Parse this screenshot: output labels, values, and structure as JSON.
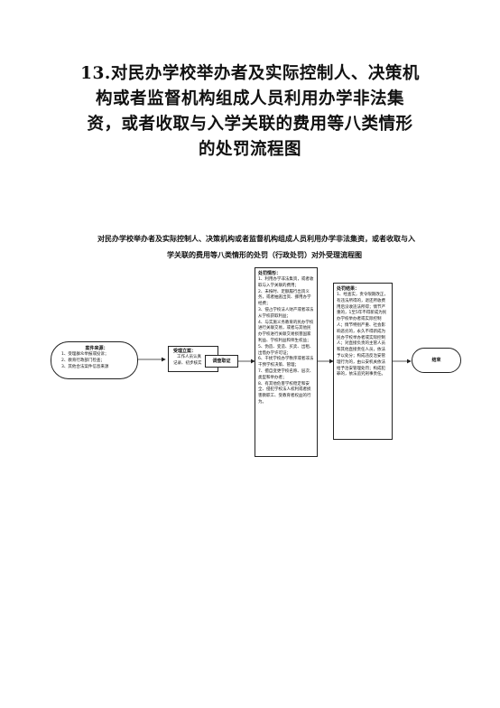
{
  "document": {
    "title_lines": [
      "13.对民办学校举办者及实际控制人、决策机",
      "构或者监督机构组成人员利用办学非法集",
      "资，或者收取与入学关联的费用等八类情形",
      "的处罚流程图"
    ],
    "flowchart_heading_lines": [
      "对民办学校举办者及实际控制人、决策机构或者监督机构组成人员利用办学非法集资，或者收取与入",
      "学关联的费用等八类情形的处罚（行政处罚）对外受理流程图"
    ]
  },
  "flowchart": {
    "source": {
      "title": "案件来源：",
      "lines": [
        "1、受理群众举报或投诉；",
        "2、教育行政部门检查；",
        "3、其他合法案件信息来源"
      ]
    },
    "filing": {
      "title": "受理立案：",
      "lines": [
        "工作人员认真",
        "记录、初步核实"
      ]
    },
    "investigation": {
      "label": "调查取证"
    },
    "penalty_circumstances": {
      "title": "处罚情形：",
      "items": [
        "1、利用办学非法集资，或者收取与入学关联的费用；",
        "2、未按时、足额履行出资义务，或者抽逃出资、挪用办学经费；",
        "3、侵占学校法人财产或者非法从学校获取利益；",
        "4、与实施义务教育的民办学校进行关联交易，或者与其他民办学校进行关联交易损害国家利益、学校利益和师生权益；",
        "5、伪造、变造、买卖、出租、出借办学许可证；",
        "6、干扰学校办学秩序或者非法干预学校决策、管理；",
        "7、擅自变更学校名称、层次、类型和举办者；",
        "8、有其他危害学校稳定和安全、侵犯学校法人权利或者损害教职工、受教育者权益的行为。"
      ]
    },
    "penalty_result": {
      "title": "处罚结果：",
      "items": [
        "1、经查实，责令限期改正，有违法所得的，退还所收费用后没收违法所得；情节严重的，1至5年不得新成为民办学校举办者或实际控制人；情节特别严重、社会影响恶劣的，永久不得新成为民办学校举办者或实际控制人；对直接负责的主管人员和其他直接责任人员，依法予以处分；构成违反治安管理行为的，由公安机关依法给予治安管理处罚；构成犯罪的，依法追究刑事责任。"
      ]
    },
    "end": {
      "label": "结束"
    }
  }
}
